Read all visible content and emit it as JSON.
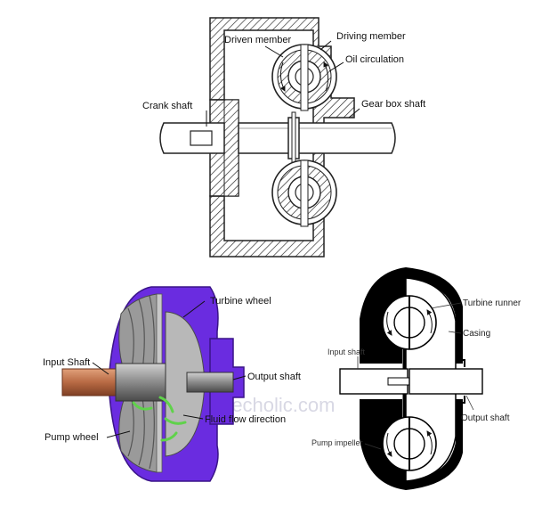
{
  "top_diagram": {
    "labels": {
      "driven_member": "Driven member",
      "driving_member": "Driving member",
      "oil_circulation": "Oil circulation",
      "crank_shaft": "Crank shaft",
      "gear_box_shaft": "Gear box shaft"
    }
  },
  "bottom_left_diagram": {
    "labels": {
      "turbine_wheel": "Turbine wheel",
      "input_shaft": "Input Shaft",
      "output_shaft": "Output shaft",
      "fluid_flow_direction": "Fluid flow direction",
      "pump_wheel": "Pump wheel"
    },
    "watermark": "Mecholic.com",
    "colors": {
      "casing": "#6a2ce0",
      "blades": "#9a9a9a",
      "flow_arrows": "#5fd24a",
      "shaft": "#c87850"
    }
  },
  "bottom_right_diagram": {
    "labels": {
      "turbine_runner": "Turbine runner",
      "casing": "Casing",
      "input_shaft": "Input shaft",
      "output_shaft": "Output shaft",
      "pump_impeller": "Pump impeller"
    }
  }
}
